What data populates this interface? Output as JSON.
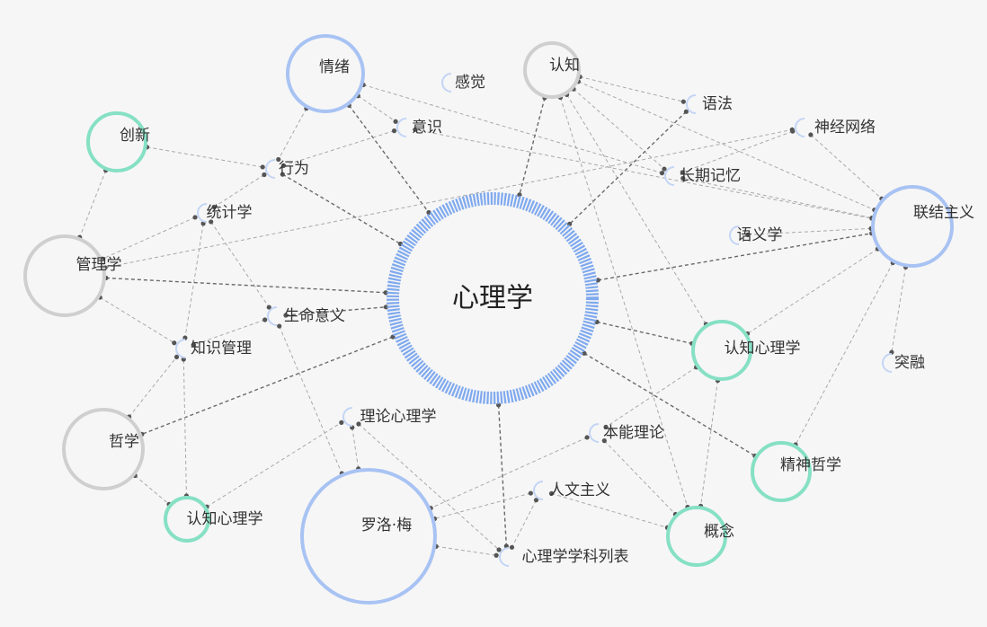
{
  "title": "心理学",
  "colors": {
    "blue": "#a8c3f3",
    "center": "#7fa9ee",
    "green": "#86e0c4",
    "gray": "#cfcfcf",
    "small": "#c3d5f5",
    "edge": "#a9a9a9",
    "edge_center": "#6a6a6a",
    "dot": "#555555"
  },
  "nodes": [
    {
      "id": "xinlixue",
      "label": "心理学",
      "kind": "center"
    },
    {
      "id": "qingxu",
      "label": "情绪",
      "kind": "blue"
    },
    {
      "id": "ganjue",
      "label": "感觉",
      "kind": "small"
    },
    {
      "id": "renzhi",
      "label": "认知",
      "kind": "gray"
    },
    {
      "id": "yufa",
      "label": "语法",
      "kind": "small"
    },
    {
      "id": "yishi",
      "label": "意识",
      "kind": "small"
    },
    {
      "id": "shenjing",
      "label": "神经网络",
      "kind": "small"
    },
    {
      "id": "chuangxin",
      "label": "创新",
      "kind": "green"
    },
    {
      "id": "xingwei",
      "label": "行为",
      "kind": "small"
    },
    {
      "id": "changqi",
      "label": "长期记忆",
      "kind": "small"
    },
    {
      "id": "tongji",
      "label": "统计学",
      "kind": "small"
    },
    {
      "id": "lianjie",
      "label": "联结主义",
      "kind": "blue"
    },
    {
      "id": "yuyi",
      "label": "语义学",
      "kind": "small"
    },
    {
      "id": "guanli",
      "label": "管理学",
      "kind": "gray"
    },
    {
      "id": "shengming",
      "label": "生命意义",
      "kind": "small"
    },
    {
      "id": "renzhixl_r",
      "label": "认知心理学",
      "kind": "green"
    },
    {
      "id": "zhishi",
      "label": "知识管理",
      "kind": "small"
    },
    {
      "id": "turong",
      "label": "突融",
      "kind": "small"
    },
    {
      "id": "lilun",
      "label": "理论心理学",
      "kind": "small"
    },
    {
      "id": "benneng",
      "label": "本能理论",
      "kind": "small"
    },
    {
      "id": "zhexue",
      "label": "哲学",
      "kind": "gray"
    },
    {
      "id": "jingshen",
      "label": "精神哲学",
      "kind": "green"
    },
    {
      "id": "renwen",
      "label": "人文主义",
      "kind": "small"
    },
    {
      "id": "renzhixl_l",
      "label": "认知心理学",
      "kind": "green"
    },
    {
      "id": "luoluomei",
      "label": "罗洛·梅",
      "kind": "blue"
    },
    {
      "id": "gainian",
      "label": "概念",
      "kind": "green"
    },
    {
      "id": "liebiao",
      "label": "心理学学科列表",
      "kind": "small"
    }
  ],
  "edges": [
    [
      "qingxu",
      "xinlixue"
    ],
    [
      "qingxu",
      "xingwei"
    ],
    [
      "qingxu",
      "yishi"
    ],
    [
      "qingxu",
      "changqi"
    ],
    [
      "renzhi",
      "xinlixue"
    ],
    [
      "renzhi",
      "yufa"
    ],
    [
      "renzhi",
      "changqi"
    ],
    [
      "renzhi",
      "renzhixl_r"
    ],
    [
      "renzhi",
      "gainian"
    ],
    [
      "renzhi",
      "lianjie"
    ],
    [
      "yufa",
      "xinlixue"
    ],
    [
      "shenjing",
      "changqi"
    ],
    [
      "shenjing",
      "lianjie"
    ],
    [
      "yishi",
      "lianjie"
    ],
    [
      "chuangxin",
      "xingwei"
    ],
    [
      "chuangxin",
      "guanli"
    ],
    [
      "xingwei",
      "xinlixue"
    ],
    [
      "xingwei",
      "tongji"
    ],
    [
      "yishi",
      "xingwei"
    ],
    [
      "tongji",
      "guanli"
    ],
    [
      "tongji",
      "zhishi"
    ],
    [
      "tongji",
      "shengming"
    ],
    [
      "guanli",
      "xinlixue"
    ],
    [
      "guanli",
      "zhishi"
    ],
    [
      "guanli",
      "shenjing"
    ],
    [
      "changqi",
      "lianjie"
    ],
    [
      "yuyi",
      "lianjie"
    ],
    [
      "xinlixue",
      "lianjie"
    ],
    [
      "xinlixue",
      "renzhixl_r"
    ],
    [
      "xinlixue",
      "jingshen"
    ],
    [
      "xinlixue",
      "liebiao"
    ],
    [
      "xinlixue",
      "zhexue"
    ],
    [
      "shengming",
      "xinlixue"
    ],
    [
      "shengming",
      "zhishi"
    ],
    [
      "shengming",
      "luoluomei"
    ],
    [
      "lianjie",
      "renzhixl_r"
    ],
    [
      "lianjie",
      "jingshen"
    ],
    [
      "lianjie",
      "turong"
    ],
    [
      "renzhixl_r",
      "gainian"
    ],
    [
      "renzhixl_r",
      "benneng"
    ],
    [
      "benneng",
      "luoluomei"
    ],
    [
      "benneng",
      "gainian"
    ],
    [
      "renwen",
      "luoluomei"
    ],
    [
      "renwen",
      "gainian"
    ],
    [
      "renwen",
      "liebiao"
    ],
    [
      "lilun",
      "luoluomei"
    ],
    [
      "lilun",
      "liebiao"
    ],
    [
      "zhexue",
      "zhishi"
    ],
    [
      "zhexue",
      "renzhixl_l"
    ],
    [
      "renzhixl_l",
      "lilun"
    ],
    [
      "renzhixl_l",
      "zhishi"
    ],
    [
      "luoluomei",
      "liebiao"
    ]
  ]
}
